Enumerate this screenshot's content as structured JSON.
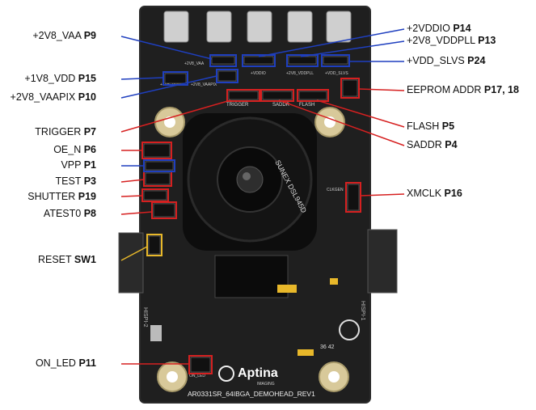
{
  "board": {
    "model_text": "AR0331SR_64IBGA_DEMOHEAD_REV1",
    "brand": "Aptina",
    "brand_sub": "IMAGING",
    "lens_text": "SUNEX DSL945D",
    "silk_labels": {
      "trigger": "TRIGGER",
      "saddr": "SADDR",
      "flash": "FLASH",
      "vddio": "+VDDIO",
      "vdd_slvs": "+VDD_SLVS",
      "vddpll": "+2V8_VDDPLL",
      "vaa": "+2V8_VAA",
      "v1v8": "+1V8_VDD",
      "vaapix": "+2V8_VAAPIX",
      "hispi_left": "HISPI-2",
      "hispi_right": "HISPI-1",
      "on_led": "ON_LED",
      "clkgen": "CLKGEN",
      "ver": "36 42"
    },
    "colors": {
      "pcb": "#1f1f1f",
      "pcb_edge": "#2b2b2b",
      "hole": "#d8c99a",
      "red_box": "#d62020",
      "blue_box": "#1f3fbf",
      "yellow_box": "#e8b82a",
      "connector": "#cfcfcf"
    }
  },
  "callouts": {
    "p9": {
      "name": "+2V8_VAA ",
      "pin": "P9"
    },
    "p15": {
      "name": "+1V8_VDD ",
      "pin": "P15"
    },
    "p10": {
      "name": "+2V8_VAAPIX ",
      "pin": "P10"
    },
    "p7": {
      "name": "TRIGGER ",
      "pin": "P7"
    },
    "p6": {
      "name": "OE_N ",
      "pin": "P6"
    },
    "p1": {
      "name": "VPP ",
      "pin": "P1"
    },
    "p3": {
      "name": "TEST ",
      "pin": "P3"
    },
    "p19": {
      "name": "SHUTTER ",
      "pin": "P19"
    },
    "p8": {
      "name": "ATEST0 ",
      "pin": "P8"
    },
    "sw1": {
      "name": "RESET ",
      "pin": "SW1"
    },
    "p11": {
      "name": "ON_LED ",
      "pin": "P11"
    },
    "p14": {
      "name": "+2VDDIO ",
      "pin": "P14"
    },
    "p13": {
      "name": "+2V8_VDDPLL ",
      "pin": "P13"
    },
    "p24": {
      "name": "+VDD_SLVS ",
      "pin": "P24"
    },
    "p17": {
      "name": "EEPROM ADDR ",
      "pin": "P17, 18"
    },
    "p5": {
      "name": "FLASH ",
      "pin": "P5"
    },
    "p4": {
      "name": "SADDR ",
      "pin": "P4"
    },
    "p16": {
      "name": "XMCLK ",
      "pin": "P16"
    }
  }
}
